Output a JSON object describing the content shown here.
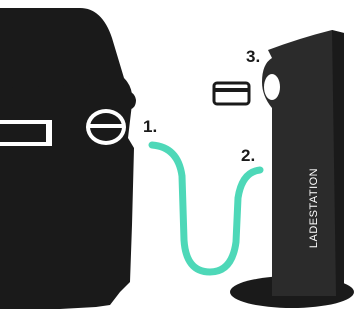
{
  "steps": {
    "step1": "1.",
    "step2": "2.",
    "step3": "3."
  },
  "station": {
    "label": "LADESTATION"
  },
  "colors": {
    "silhouette": "#1a1a1a",
    "cable": "#4ed8b8",
    "background": "#ffffff"
  },
  "icons": [
    "car-icon",
    "credit-card-icon",
    "charging-station-icon",
    "charging-cable-icon"
  ]
}
